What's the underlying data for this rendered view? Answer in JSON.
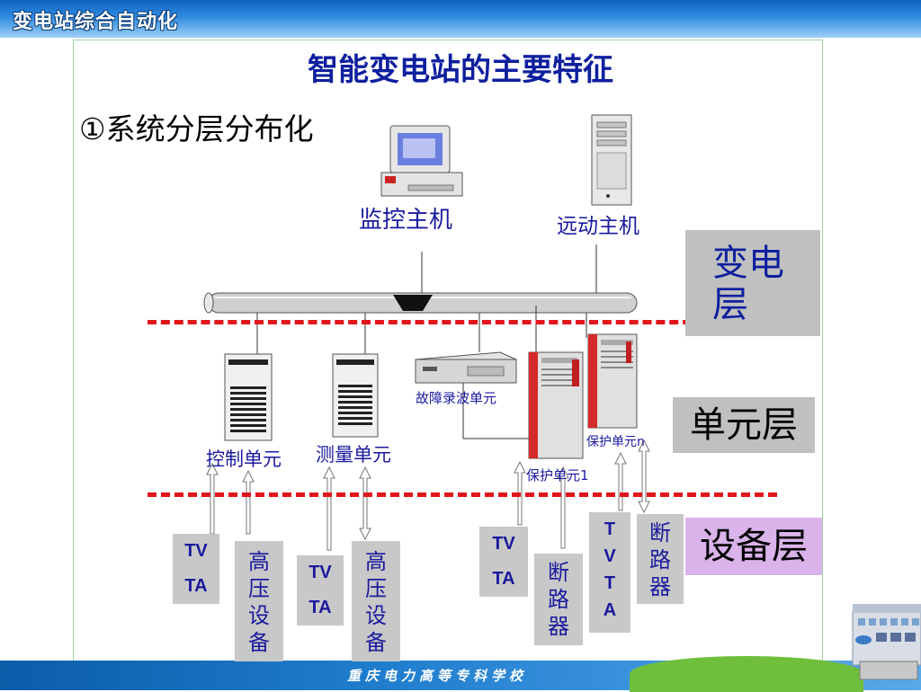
{
  "header": {
    "title": "变电站综合自动化"
  },
  "footer": {
    "school": "重庆电力高等专科学校"
  },
  "slide": {
    "title": "智能变电站的主要特征",
    "subtitle": "①系统分层分布化"
  },
  "hosts": {
    "monitor": "监控主机",
    "telecontrol": "远动主机"
  },
  "layers": {
    "substation": [
      "变电",
      "层"
    ],
    "unit": "单元层",
    "device": "设备层"
  },
  "units": {
    "control": "控制单元",
    "measure": "测量单元",
    "fault_record": "故障录波单元",
    "protect_1": "保护单元1",
    "protect_n": "保护单元n"
  },
  "devices": {
    "tvta_1": [
      "TV",
      "TA"
    ],
    "hv_1": [
      "高",
      "压",
      "设",
      "备"
    ],
    "tvta_2": [
      "TV",
      "TA"
    ],
    "hv_2": [
      "高",
      "压",
      "设",
      "备"
    ],
    "tvta_3": [
      "TV",
      "TA"
    ],
    "breaker_1": [
      "断",
      "路",
      "器"
    ],
    "tvta_4": [
      "T",
      "V",
      "T",
      "A"
    ],
    "breaker_2": [
      "断",
      "路",
      "器"
    ]
  },
  "colors": {
    "title": "#0e1f9e",
    "label": "#1a1a9e",
    "dash": "#e0161b",
    "device_layer_bg": "#d9b3ea",
    "box_bg": "#c8c8c8"
  }
}
